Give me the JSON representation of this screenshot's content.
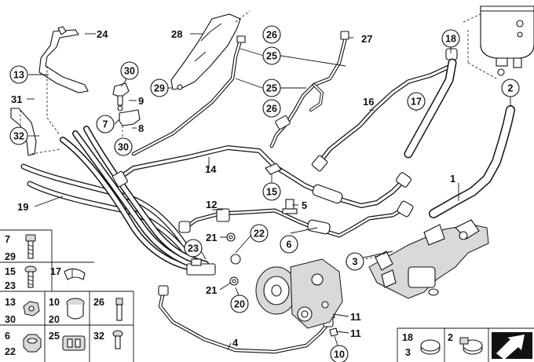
{
  "callouts": {
    "c1": "1",
    "c2": "2",
    "c3": "3",
    "c5": "5",
    "c6": "6",
    "c7": "7",
    "c8": "8",
    "c9": "9",
    "c10": "10",
    "c11a": "11",
    "c11b": "11",
    "c12": "12",
    "c13": "13",
    "c14": "14",
    "c15": "15",
    "c16": "16",
    "c17": "17",
    "c18": "18",
    "c19": "19",
    "c20": "20",
    "c21a": "21",
    "c21b": "21",
    "c22": "22",
    "c23": "23",
    "c24": "24",
    "c25a": "25",
    "c25b": "25",
    "c26a": "26",
    "c26b": "26",
    "c27": "27",
    "c28": "28",
    "c29": "29",
    "c30a": "30",
    "c30b": "30",
    "c31": "31",
    "c32": "32",
    "c4": "4"
  },
  "legend": {
    "l7": "7",
    "l29": "29",
    "l15": "15",
    "l23": "23",
    "l17": "17",
    "l13": "13",
    "l30": "30",
    "l10": "10",
    "l20": "20",
    "l26": "26",
    "l6": "6",
    "l22": "22",
    "l25": "25",
    "l32": "32",
    "r18": "18",
    "r3": "3",
    "r2": "2"
  }
}
